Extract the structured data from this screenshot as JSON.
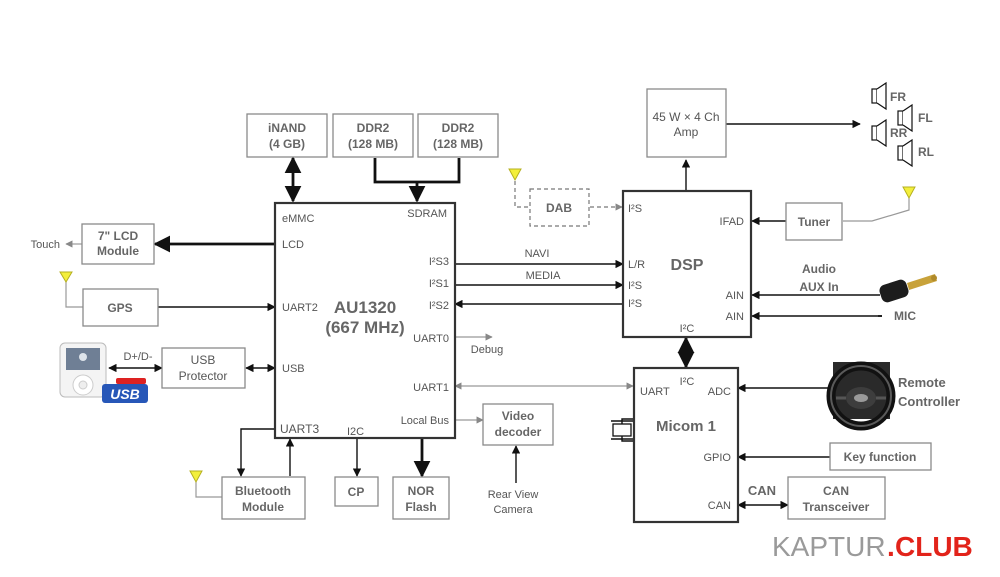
{
  "blocks": {
    "inand": [
      "iNAND",
      "(4 GB)"
    ],
    "ddr2_a": [
      "DDR2",
      "(128 MB)"
    ],
    "ddr2_b": [
      "DDR2",
      "(128 MB)"
    ],
    "amp": [
      "45 W × 4 Ch",
      "Amp"
    ],
    "lcd_module": [
      "7\" LCD",
      "Module"
    ],
    "gps": "GPS",
    "usb_protector": [
      "USB",
      "Protector"
    ],
    "au1320": [
      "AU1320",
      "(667 MHz)"
    ],
    "dab": "DAB",
    "dsp": "DSP",
    "tuner": "Tuner",
    "video_decoder": [
      "Video",
      "decoder"
    ],
    "micom": "Micom 1",
    "key_function": "Key function",
    "can_transceiver": [
      "CAN",
      "Transceiver"
    ],
    "bluetooth": [
      "Bluetooth",
      "Module"
    ],
    "cp": "CP",
    "nor_flash": [
      "NOR",
      "Flash"
    ]
  },
  "ports": {
    "au1320": {
      "emmc": "eMMC",
      "sdram": "SDRAM",
      "lcd": "LCD",
      "i2s3": "I²S3",
      "i2s1": "I²S1",
      "i2s2": "I²S2",
      "uart2": "UART2",
      "uart0": "UART0",
      "usb": "USB",
      "uart1": "UART1",
      "local_bus": "Local  Bus",
      "uart3": "UART3",
      "i2c": "I2C"
    },
    "dsp": {
      "i2s_top": "I²S",
      "ifad": "IFAD",
      "lr": "L/R",
      "i2s_mid": "I²S",
      "i2s_low": "I²S",
      "ain1": "AIN",
      "ain2": "AIN",
      "i2c": "I²C"
    },
    "micom": {
      "i2c": "I²C",
      "uart": "UART",
      "adc": "ADC",
      "gpio": "GPIO",
      "can": "CAN"
    }
  },
  "labels": {
    "touch": "Touch",
    "d_plus_minus": "D+/D-",
    "navi": "NAVI",
    "media": "MEDIA",
    "debug": "Debug",
    "rear_view_camera": [
      "Rear View",
      "Camera"
    ],
    "audio_aux_in": [
      "Audio",
      "AUX In"
    ],
    "mic": "MIC",
    "remote_controller": [
      "Remote",
      "Controller"
    ],
    "can_bus": "CAN",
    "speakers": [
      "FR",
      "FL",
      "RR",
      "RL"
    ],
    "usb_logo": "USB",
    "watermark": "KAPTUR",
    "watermark_dot": ".",
    "watermark_club": "CLUB"
  },
  "colors": {
    "watermark_red": "#e2231a",
    "watermark_gray": "#9a9a9a",
    "antenna_yellow": "#f3ef3c"
  }
}
